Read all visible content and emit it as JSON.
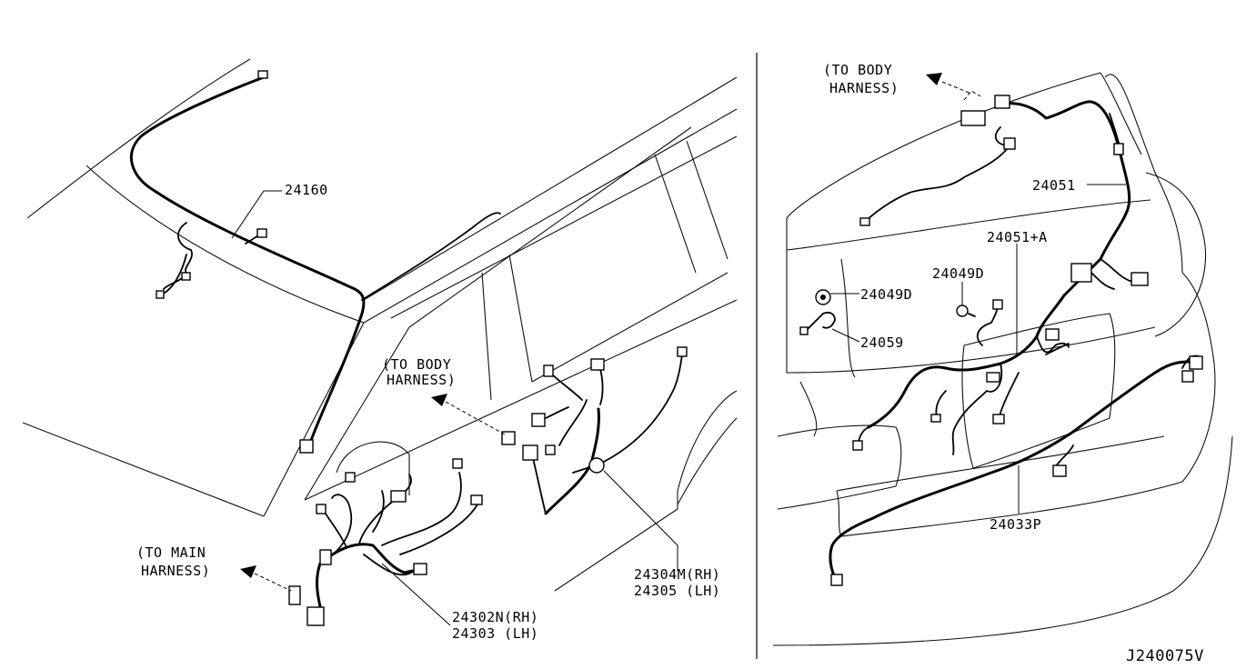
{
  "left_panel": {
    "labels": {
      "p24160": "24160",
      "to_body_1": "(TO BODY",
      "to_body_2": "HARNESS)",
      "to_main_1": "(TO MAIN",
      "to_main_2": "HARNESS)",
      "p24304": "24304M(RH)",
      "p24305": "24305 (LH)",
      "p24302": "24302N(RH)",
      "p24303": "24303 (LH)"
    }
  },
  "right_panel": {
    "labels": {
      "to_body_1": "(TO BODY",
      "to_body_2": "HARNESS)",
      "p24051": "24051",
      "p24051a": "24051+A",
      "p24049d_a": "24049D",
      "p24049d_b": "24049D",
      "p24059": "24059",
      "p24033p": "24033P"
    }
  },
  "diagram_code": "J240075V"
}
